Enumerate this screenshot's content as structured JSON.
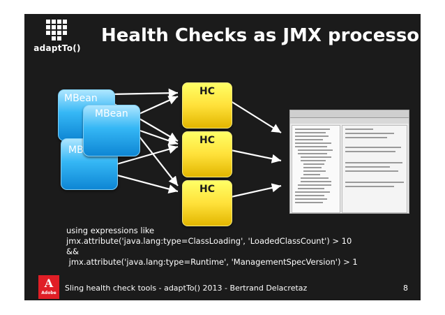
{
  "slide": {
    "title": "Health Checks as JMX processors",
    "logo_text": "adaptTo()",
    "mbeans": [
      "MBean",
      "MBean",
      "MBean"
    ],
    "health_checks": [
      "HC",
      "HC",
      "HC"
    ],
    "code_lines": [
      "using expressions like",
      "jmx.attribute('java.lang:type=ClassLoading', 'LoadedClassCount') > 10",
      "&&",
      " jmx.attribute('java.lang:type=Runtime', 'ManagementSpecVersion') > 1"
    ],
    "footer_text": "Sling health check tools - adaptTo() 2013 - Bertrand Delacretaz",
    "page_number": "8",
    "adobe_logo_text": "Adobe",
    "colors": {
      "background": "#1b1b1b",
      "mbean": "#35b7f5",
      "hc": "#ffe13a",
      "adobe": "#e01e26"
    },
    "icons": [
      "adaptto-logo-icon",
      "adobe-logo-icon",
      "jconsole-screenshot"
    ]
  }
}
